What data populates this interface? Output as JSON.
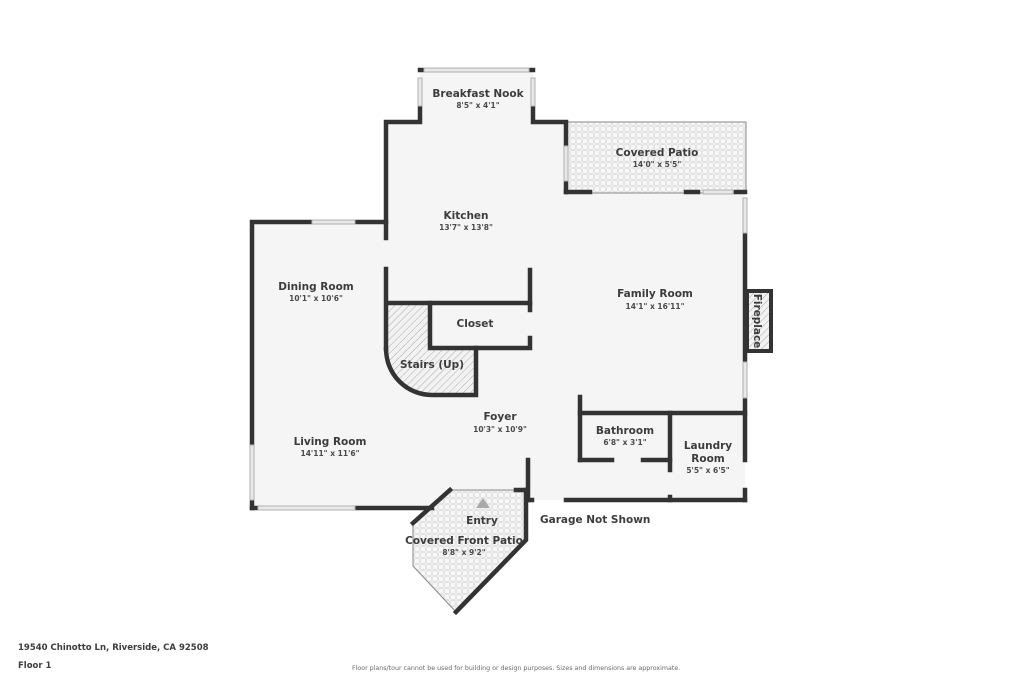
{
  "floorplan": {
    "rooms": [
      {
        "id": "breakfast-nook",
        "name": "Breakfast Nook",
        "dimensions": "8'5\" x 4'1\""
      },
      {
        "id": "covered-patio",
        "name": "Covered Patio",
        "dimensions": "14'0\" x 5'5\""
      },
      {
        "id": "kitchen",
        "name": "Kitchen",
        "dimensions": "13'7\" x 13'8\""
      },
      {
        "id": "dining-room",
        "name": "Dining Room",
        "dimensions": "10'1\" x 10'6\""
      },
      {
        "id": "family-room",
        "name": "Family Room",
        "dimensions": "14'1\" x 16'11\""
      },
      {
        "id": "closet",
        "name": "Closet",
        "dimensions": ""
      },
      {
        "id": "stairs",
        "name": "Stairs (Up)",
        "dimensions": ""
      },
      {
        "id": "fireplace",
        "name": "Fireplace",
        "dimensions": ""
      },
      {
        "id": "foyer",
        "name": "Foyer",
        "dimensions": "10'3\" x 10'9\""
      },
      {
        "id": "living-room",
        "name": "Living Room",
        "dimensions": "14'11\" x 11'6\""
      },
      {
        "id": "bathroom",
        "name": "Bathroom",
        "dimensions": "6'8\" x 3'1\""
      },
      {
        "id": "laundry-room",
        "name": "Laundry Room",
        "name_line1": "Laundry",
        "name_line2": "Room",
        "dimensions": "5'5\" x 6'5\""
      },
      {
        "id": "entry",
        "name": "Entry",
        "dimensions": ""
      },
      {
        "id": "covered-front-patio",
        "name": "Covered Front Patio",
        "dimensions": "8'8\" x 9'2\""
      }
    ],
    "notes": {
      "garage": "Garage Not Shown"
    },
    "colors": {
      "wall": "#333333",
      "floor": "#f5f5f5",
      "window": "#c8c8c8",
      "patio_tile": "#e4e4e4"
    }
  },
  "footer": {
    "address": "19540 Chinotto Ln, Riverside, CA 92508",
    "floor": "Floor 1",
    "disclaimer": "Floor plans/tour cannot be used for building or design purposes. Sizes and dimensions are approximate."
  }
}
